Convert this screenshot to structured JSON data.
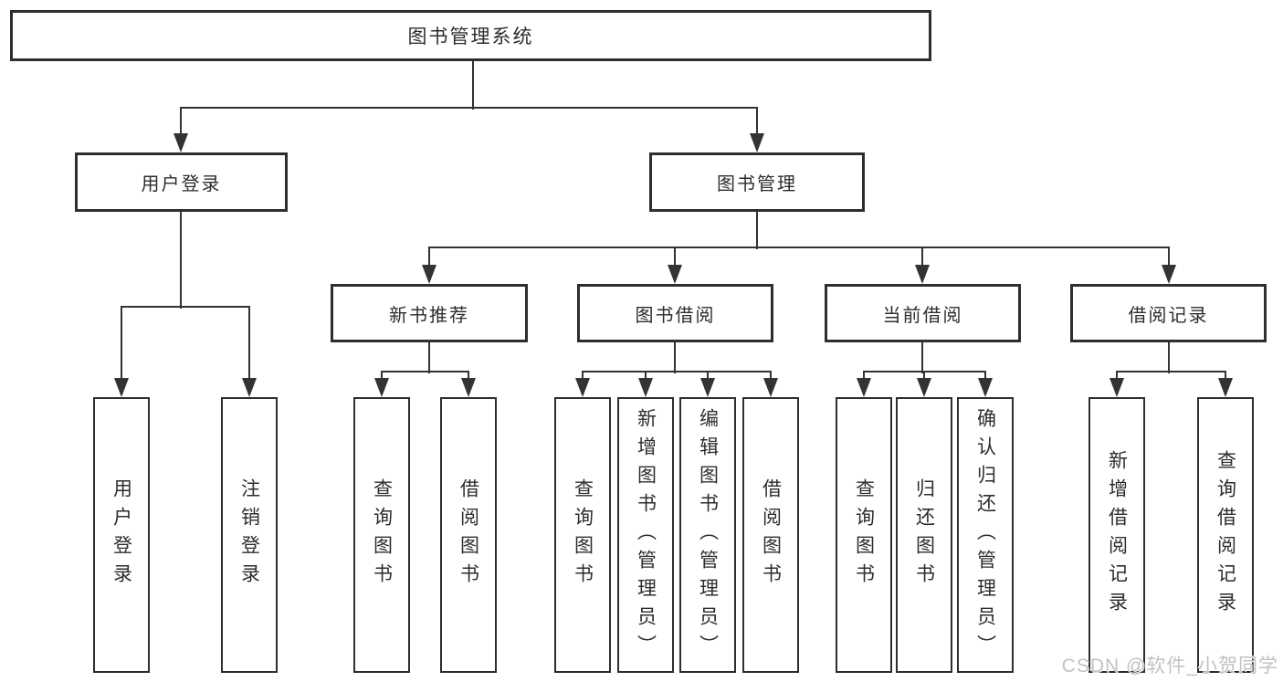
{
  "colors": {
    "line": "#333333",
    "border": "#2e2e2e",
    "text": "#2d2d2d",
    "watermark": "#c2c2c2",
    "background": "#ffffff"
  },
  "watermark": {
    "text": "CSDN @软件_小贺同学"
  },
  "tree": {
    "label": "图书管理系统",
    "children": [
      {
        "label": "用户登录",
        "children": [
          {
            "label": "用户登录"
          },
          {
            "label": "注销登录"
          }
        ]
      },
      {
        "label": "图书管理",
        "children": [
          {
            "label": "新书推荐",
            "children": [
              {
                "label": "查询图书"
              },
              {
                "label": "借阅图书"
              }
            ]
          },
          {
            "label": "图书借阅",
            "children": [
              {
                "label": "查询图书"
              },
              {
                "label": "新增图书（管理员）"
              },
              {
                "label": "编辑图书（管理员）"
              },
              {
                "label": "借阅图书"
              }
            ]
          },
          {
            "label": "当前借阅",
            "children": [
              {
                "label": "查询图书"
              },
              {
                "label": "归还图书"
              },
              {
                "label": "确认归还（管理员）"
              }
            ]
          },
          {
            "label": "借阅记录",
            "children": [
              {
                "label": "新增借阅记录"
              },
              {
                "label": "查询借阅记录"
              }
            ]
          }
        ]
      }
    ]
  }
}
